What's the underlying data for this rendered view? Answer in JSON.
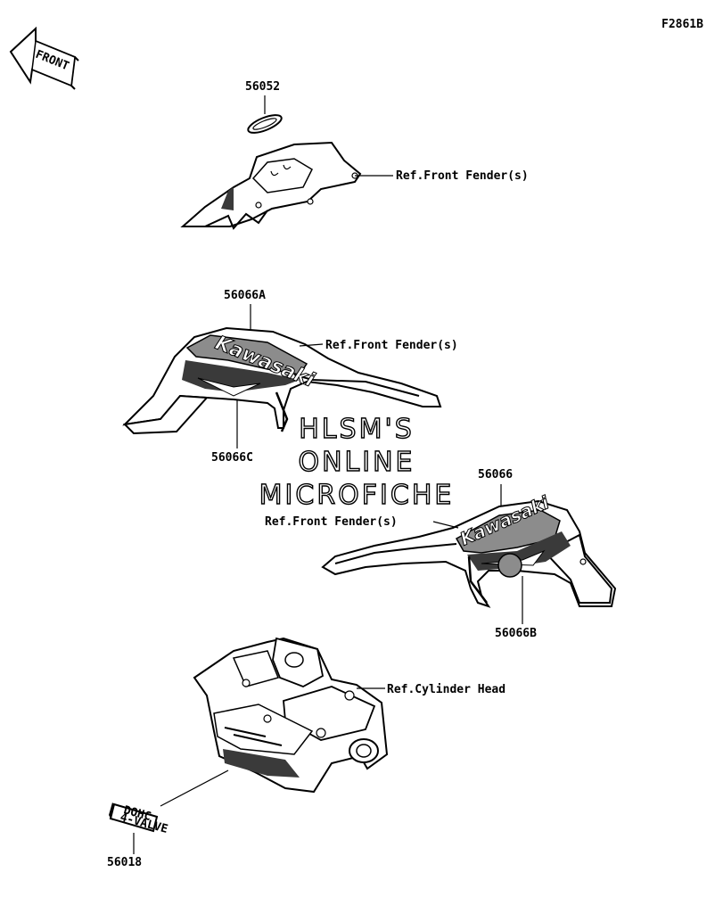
{
  "figure_code": "F2861B",
  "front_arrow_text": "FRONT",
  "watermark": {
    "line1": "HLSM'S",
    "line2": "ONLINE",
    "line3": "MICROFICHE"
  },
  "brand_text": "Kawasaki",
  "valve_label_text": [
    "DOHC",
    "4-VALVE"
  ],
  "callouts": {
    "part_56052": "56052",
    "ref_front_fender_1": "Ref.Front Fender(s)",
    "part_56066A": "56066A",
    "ref_front_fender_2": "Ref.Front Fender(s)",
    "part_56066C": "56066C",
    "part_56066": "56066",
    "ref_front_fender_3": "Ref.Front Fender(s)",
    "part_56066B": "56066B",
    "ref_cylinder_head": "Ref.Cylinder Head",
    "part_56018": "56018"
  },
  "colors": {
    "ink": "#000000",
    "paper": "#ffffff",
    "shade": "#8c8c8c",
    "dark": "#3a3a3a"
  }
}
